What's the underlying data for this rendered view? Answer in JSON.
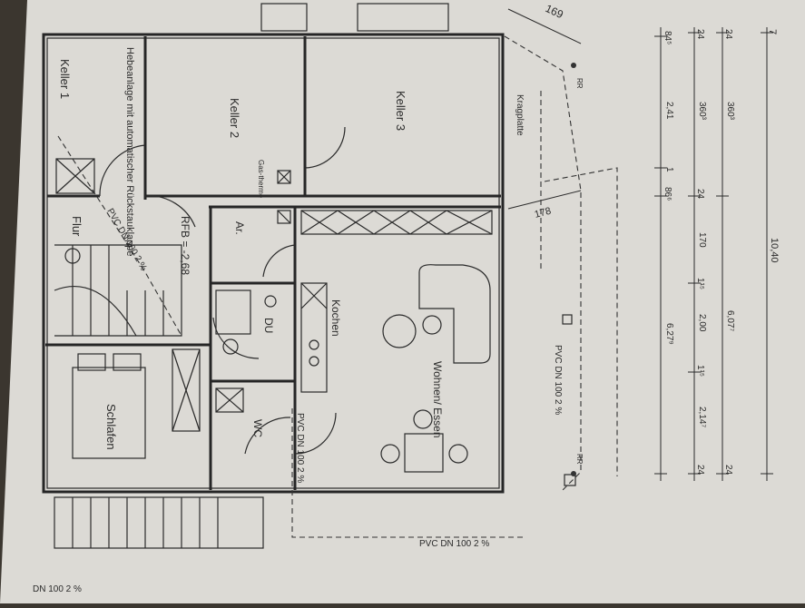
{
  "rooms": {
    "keller1": "Keller 1",
    "hebeanlage": "Hebeanlage mit automatischer Rückstauklappe",
    "keller2": "Keller 2",
    "keller3": "Keller 3",
    "gastherme": "Gas-therme",
    "flur": "Flur",
    "rfb": "RFB = -2,68",
    "ar": "Ar.",
    "du": "DU",
    "kochen": "Kochen",
    "wohnen": "Wohnen/ Essen",
    "wc": "WC",
    "schlafen": "Schlafen",
    "kragplatte": "Kragplatte"
  },
  "pipes": {
    "pvc_flur": "PVC DN 100 2 %",
    "pvc_right": "PVC DN 100 2 %",
    "pvc_wc": "PVC DN 100 2 %",
    "pvc_bottom": "PVC DN 100 2 %",
    "pvc_corner": "DN 100 2 %",
    "rr_top": "RR",
    "rr_bottom": "RR"
  },
  "dimensions": {
    "d169": "169",
    "d178": "178",
    "row_total": {
      "total": "10,40"
    },
    "row2": [
      "24",
      "360³",
      "6,07⁷",
      "24"
    ],
    "row3": [
      "24",
      "360³",
      "24",
      "170",
      "1¹⁵",
      "2,00",
      "1¹⁵",
      "2,14⁷",
      "24"
    ],
    "row4": [
      "84⁵",
      "2,41",
      "1",
      "86⁶",
      "6,27⁹"
    ],
    "top_mark": "7"
  }
}
